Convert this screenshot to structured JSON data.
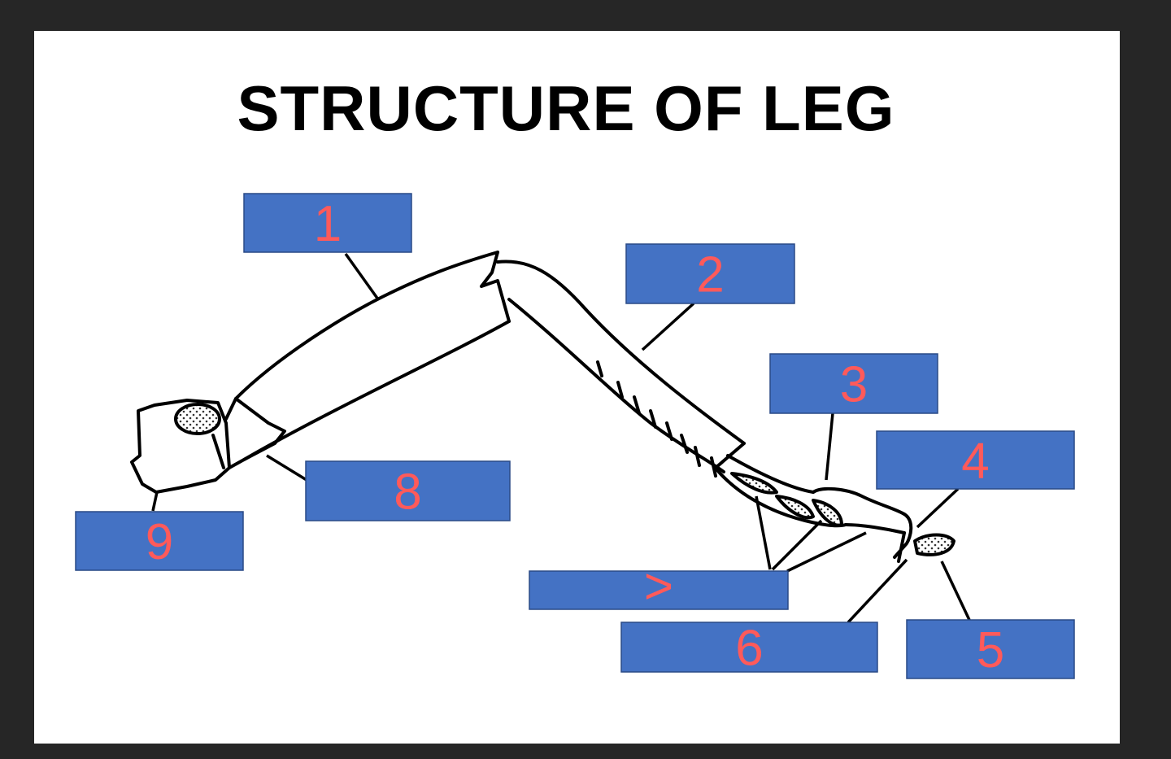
{
  "title": "STRUCTURE OF LEG",
  "colors": {
    "background": "#262626",
    "slide": "#ffffff",
    "box_fill": "#4472c4",
    "number_color": "#ff5a5a"
  },
  "labels": [
    {
      "id": "1",
      "text": "1"
    },
    {
      "id": "2",
      "text": "2"
    },
    {
      "id": "3",
      "text": "3"
    },
    {
      "id": "4",
      "text": "4"
    },
    {
      "id": "5",
      "text": "5"
    },
    {
      "id": "6",
      "text": "6"
    },
    {
      "id": "7",
      "text": ">"
    },
    {
      "id": "8",
      "text": "8"
    },
    {
      "id": "9",
      "text": "9"
    }
  ]
}
